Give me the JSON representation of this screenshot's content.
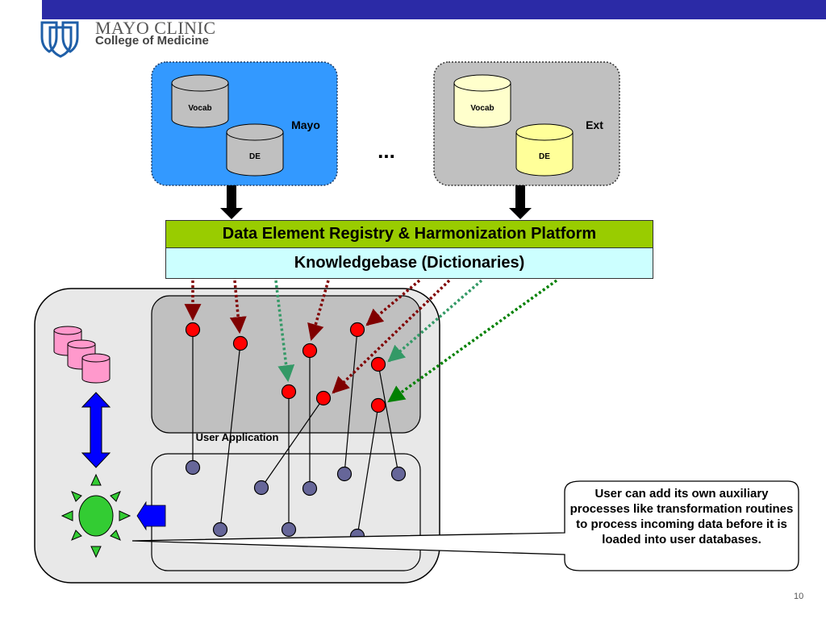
{
  "header": {
    "bar_color": "#2b2aa6",
    "logo": {
      "title": "MAYO CLINIC",
      "subtitle": "College of Medicine"
    }
  },
  "sources": [
    {
      "name": "Mayo",
      "fill": "#3399ff",
      "databases": [
        {
          "label": "Vocab",
          "fill": "#c0c0c0"
        },
        {
          "label": "DE",
          "fill": "#c0c0c0"
        }
      ]
    },
    {
      "name": "Ext",
      "fill": "#c0c0c0",
      "databases": [
        {
          "label": "Vocab",
          "fill": "#ffffcc"
        },
        {
          "label": "DE",
          "fill": "#ffff99"
        }
      ]
    }
  ],
  "ellipsis": "...",
  "platform": {
    "title": "Data Element Registry & Harmonization Platform",
    "title_color": "#99cc00",
    "subtitle": "Knowledgebase (Dictionaries)",
    "subtitle_color": "#ccffff"
  },
  "user_application": {
    "label": "User Application",
    "node_color": "#ff0000",
    "process_color": "#666699",
    "arrow_colors": {
      "red": "#800000",
      "teal": "#339966",
      "green": "#008000"
    }
  },
  "auxiliary": {
    "db_color": "#ff99cc",
    "arrow_color": "#0000ff",
    "sun_color": "#33cc33"
  },
  "callout": {
    "text": "User can add its own auxiliary processes like transformation routines to process incoming data before it is loaded into user databases."
  },
  "page_number": "10"
}
